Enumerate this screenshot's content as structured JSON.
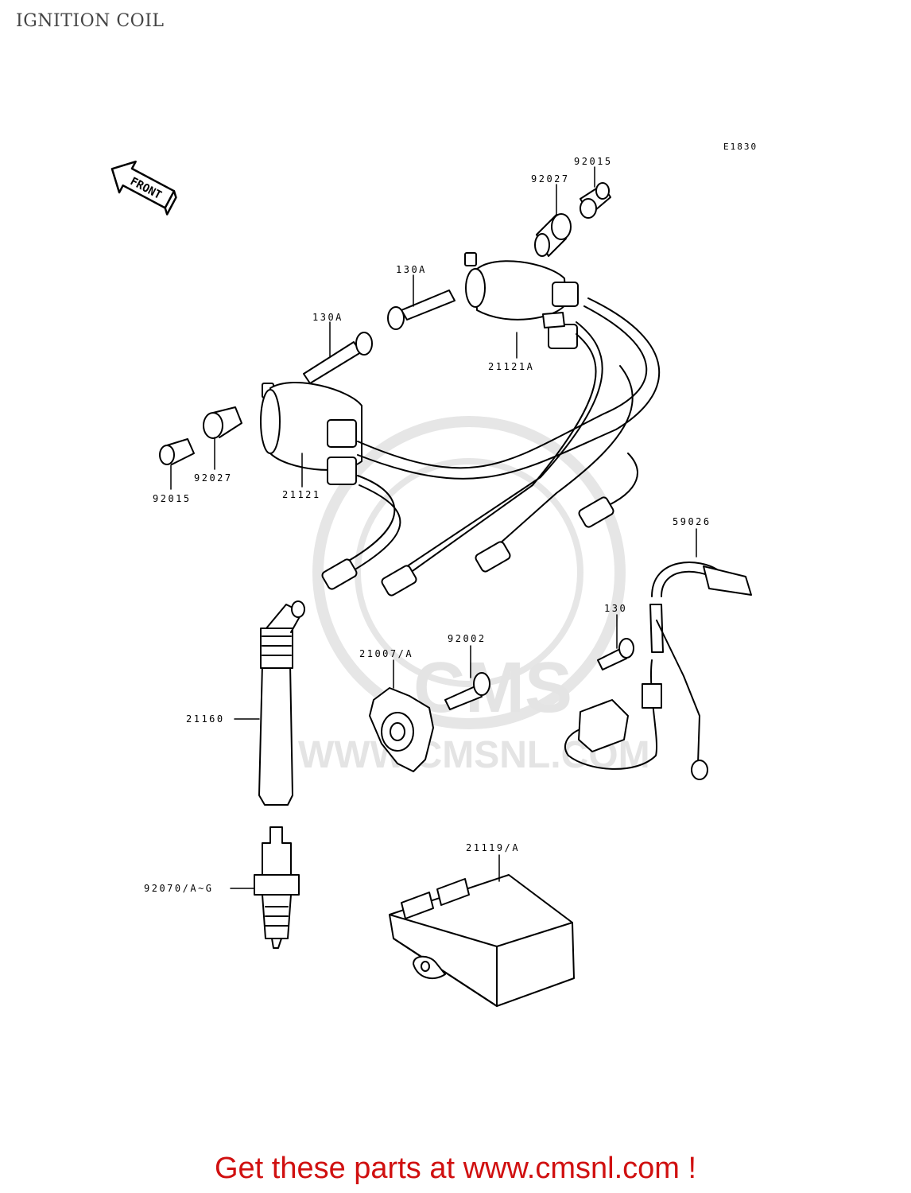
{
  "title": "IGNITION COIL",
  "diagram_code": "E1830",
  "front_label": "FRONT",
  "watermark": {
    "brand": "CMS",
    "url": "WWW.CMSNL.COM"
  },
  "parts": [
    {
      "id": "p-92015-a",
      "label": "92015"
    },
    {
      "id": "p-92027-a",
      "label": "92027"
    },
    {
      "id": "p-130a-a",
      "label": "130A"
    },
    {
      "id": "p-130a-b",
      "label": "130A"
    },
    {
      "id": "p-21121a",
      "label": "21121A"
    },
    {
      "id": "p-92027-b",
      "label": "92027"
    },
    {
      "id": "p-92015-b",
      "label": "92015"
    },
    {
      "id": "p-21121",
      "label": "21121"
    },
    {
      "id": "p-59026",
      "label": "59026"
    },
    {
      "id": "p-130",
      "label": "130"
    },
    {
      "id": "p-92002",
      "label": "92002"
    },
    {
      "id": "p-21007",
      "label": "21007/A"
    },
    {
      "id": "p-21160",
      "label": "21160"
    },
    {
      "id": "p-92070",
      "label": "92070/A~G"
    },
    {
      "id": "p-21119",
      "label": "21119/A"
    }
  ],
  "footer": "Get these parts at www.cmsnl.com !",
  "colors": {
    "line": "#000000",
    "footer": "#d01010",
    "watermark": "#e6e6e6"
  }
}
